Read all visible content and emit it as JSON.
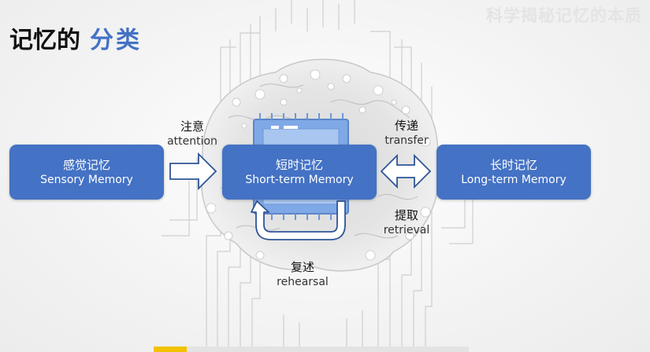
{
  "header": {
    "watermark": "科学揭秘记忆的本质",
    "title_part1": "记忆的",
    "title_part2": "分类"
  },
  "boxes": {
    "sensory": {
      "zh": "感觉记忆",
      "en": "Sensory Memory"
    },
    "short_term": {
      "zh": "短时记忆",
      "en": "Short-term Memory"
    },
    "long_term": {
      "zh": "长时记忆",
      "en": "Long-term Memory"
    }
  },
  "labels": {
    "attention": {
      "zh": "注意",
      "en": "attention"
    },
    "transfer": {
      "zh": "传递",
      "en": "transfer"
    },
    "retrieval": {
      "zh": "提取",
      "en": "retrieval"
    },
    "rehearsal": {
      "zh": "复述",
      "en": "rehearsal"
    }
  },
  "colors": {
    "box_fill": "#4472c4",
    "title_accent": "#4472c4",
    "arrow_outline": "#2f5597",
    "bottom_accent": "#f2c200"
  }
}
